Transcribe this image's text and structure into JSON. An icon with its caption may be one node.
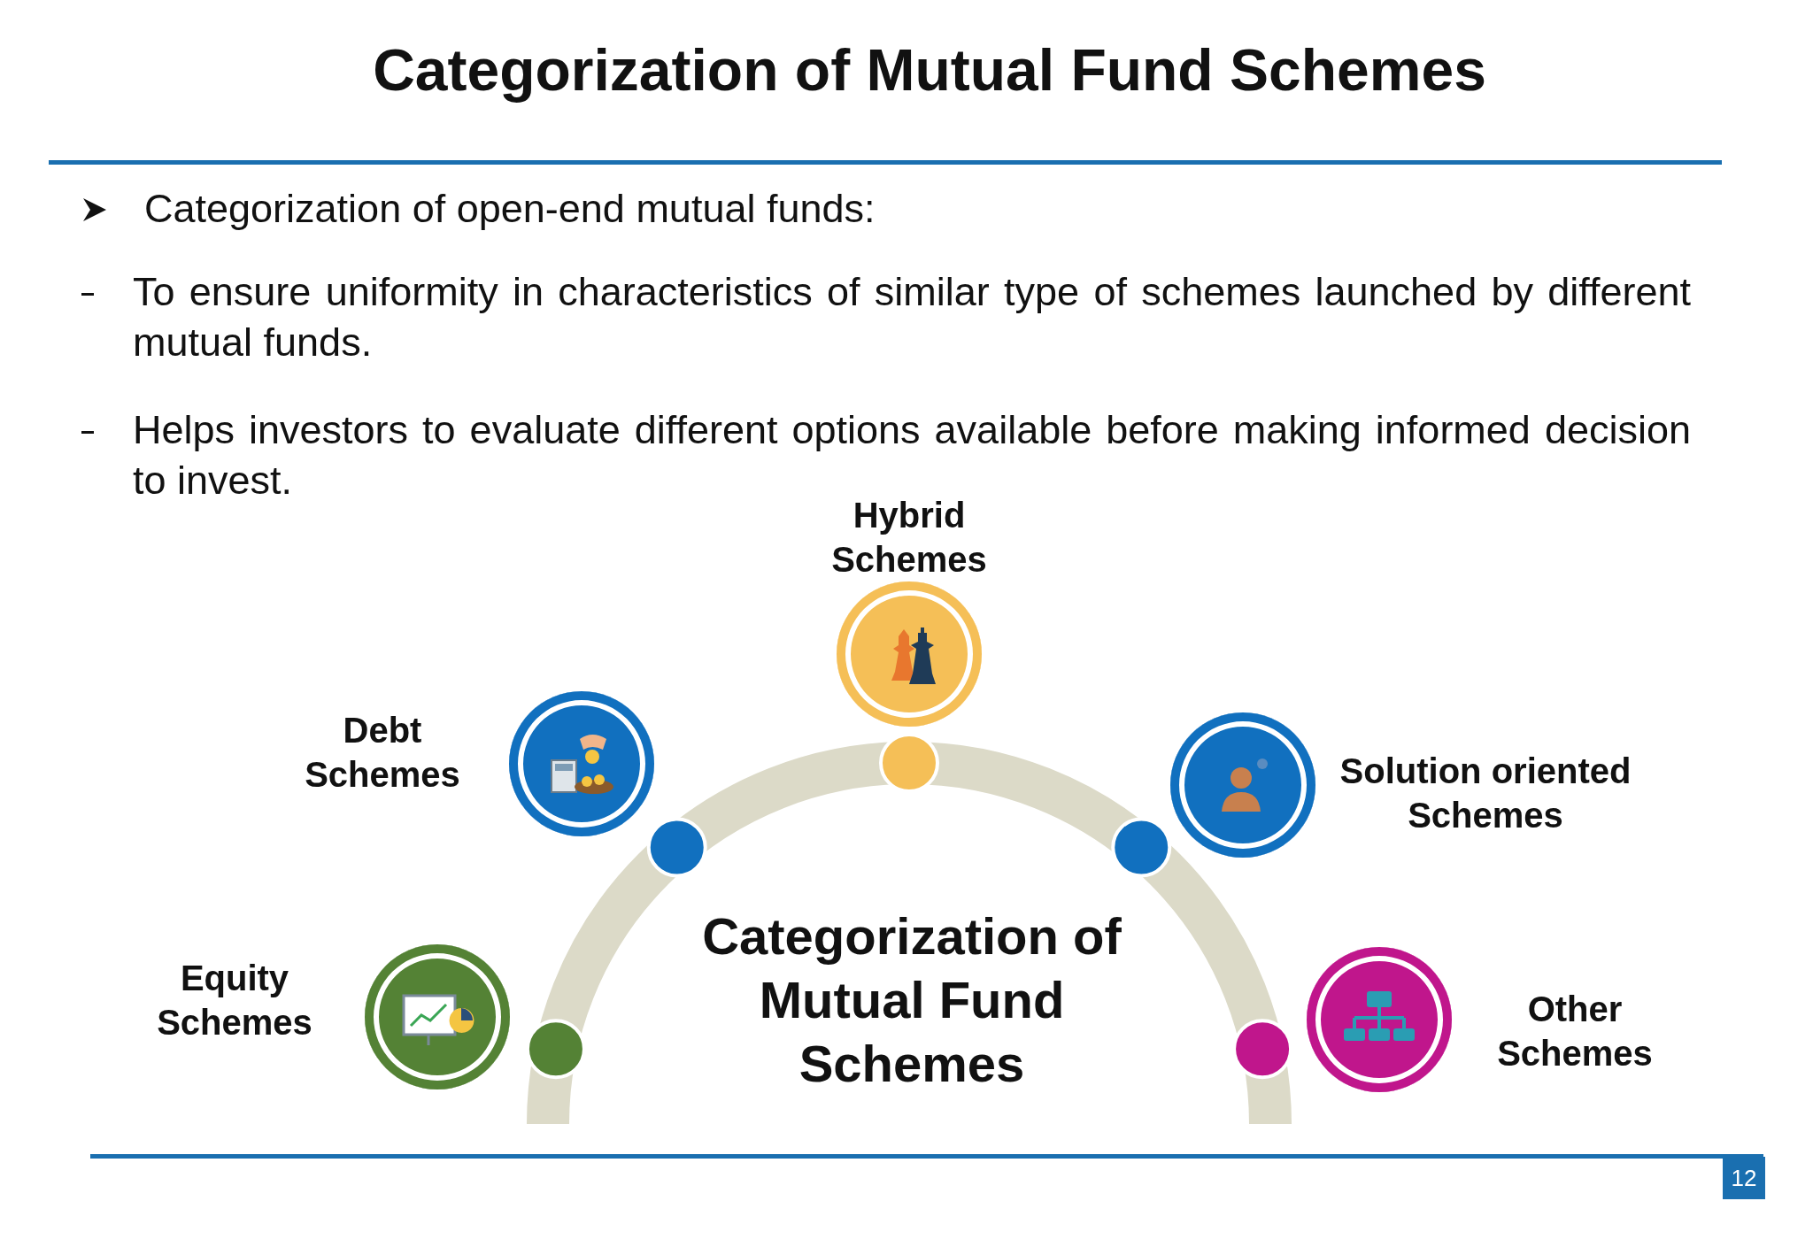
{
  "diagram": {
    "title": "Categorization of Mutual Fund Schemes",
    "nodes": [
      {
        "text": [
          "Hybrid Schemes"
        ]
      },
      {
        "text": [
          "Debt Schemes"
        ]
      },
      {
        "text": [
          "Solution oriented Schemes"
        ]
      },
      {
        "text": [
          "Equity Schemes"
        ]
      },
      {
        "text": [
          "Categorization of Mutual Fund Schemes"
        ]
      },
      {
        "text": [
          "Other Schemes"
        ]
      }
    ],
    "labels": [
      "Categorization of open-end mutual funds:",
      "To ensure uniformity in characteristics of similar type of schemes launched by different mutual funds.",
      "Helps investors to evaluate different options available before making informed decision to invest.",
      "12"
    ]
  }
}
